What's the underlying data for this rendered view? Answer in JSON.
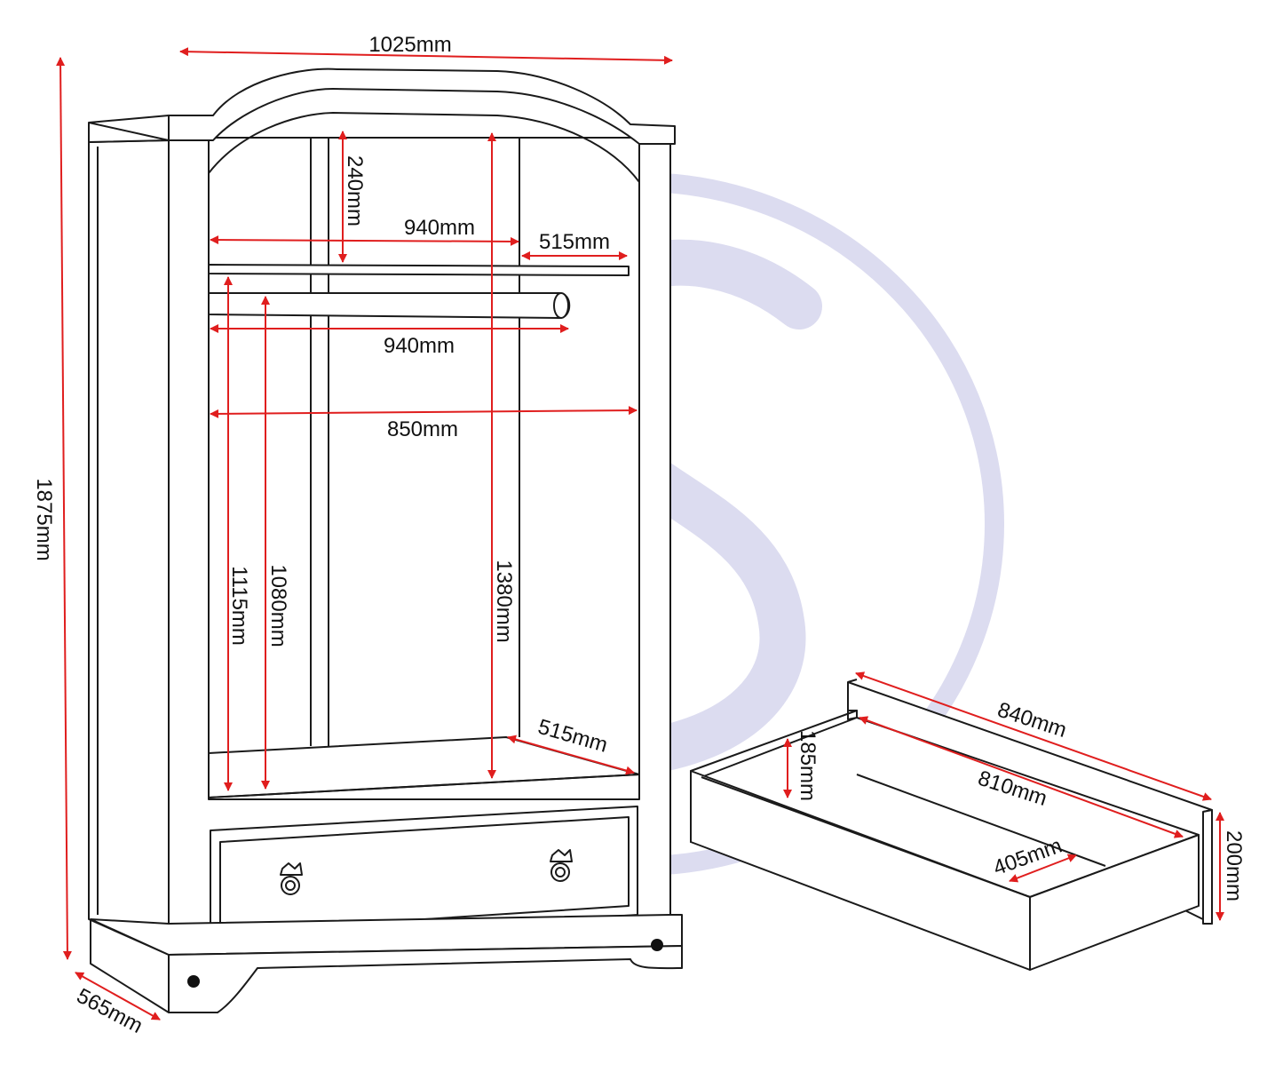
{
  "colors": {
    "dimension": "#e01e1e",
    "outline": "#1a1a1a",
    "watermark": "#dcdcf0",
    "background": "#ffffff"
  },
  "wardrobe": {
    "width_label": "1025mm",
    "height_label": "1875mm",
    "depth_label": "565mm",
    "top_gap_label": "240mm",
    "shelf_width_label": "940mm",
    "shelf_depth_label": "515mm",
    "rail_width_label": "940mm",
    "inner_width_label": "850mm",
    "hang_height_a_label": "1115mm",
    "hang_height_b_label": "1080mm",
    "inner_height_label": "1380mm",
    "base_depth_label": "515mm"
  },
  "drawer": {
    "outer_width_label": "840mm",
    "inner_width_label": "810mm",
    "inner_height_label": "185mm",
    "outer_height_label": "200mm",
    "inner_depth_label": "405mm"
  }
}
